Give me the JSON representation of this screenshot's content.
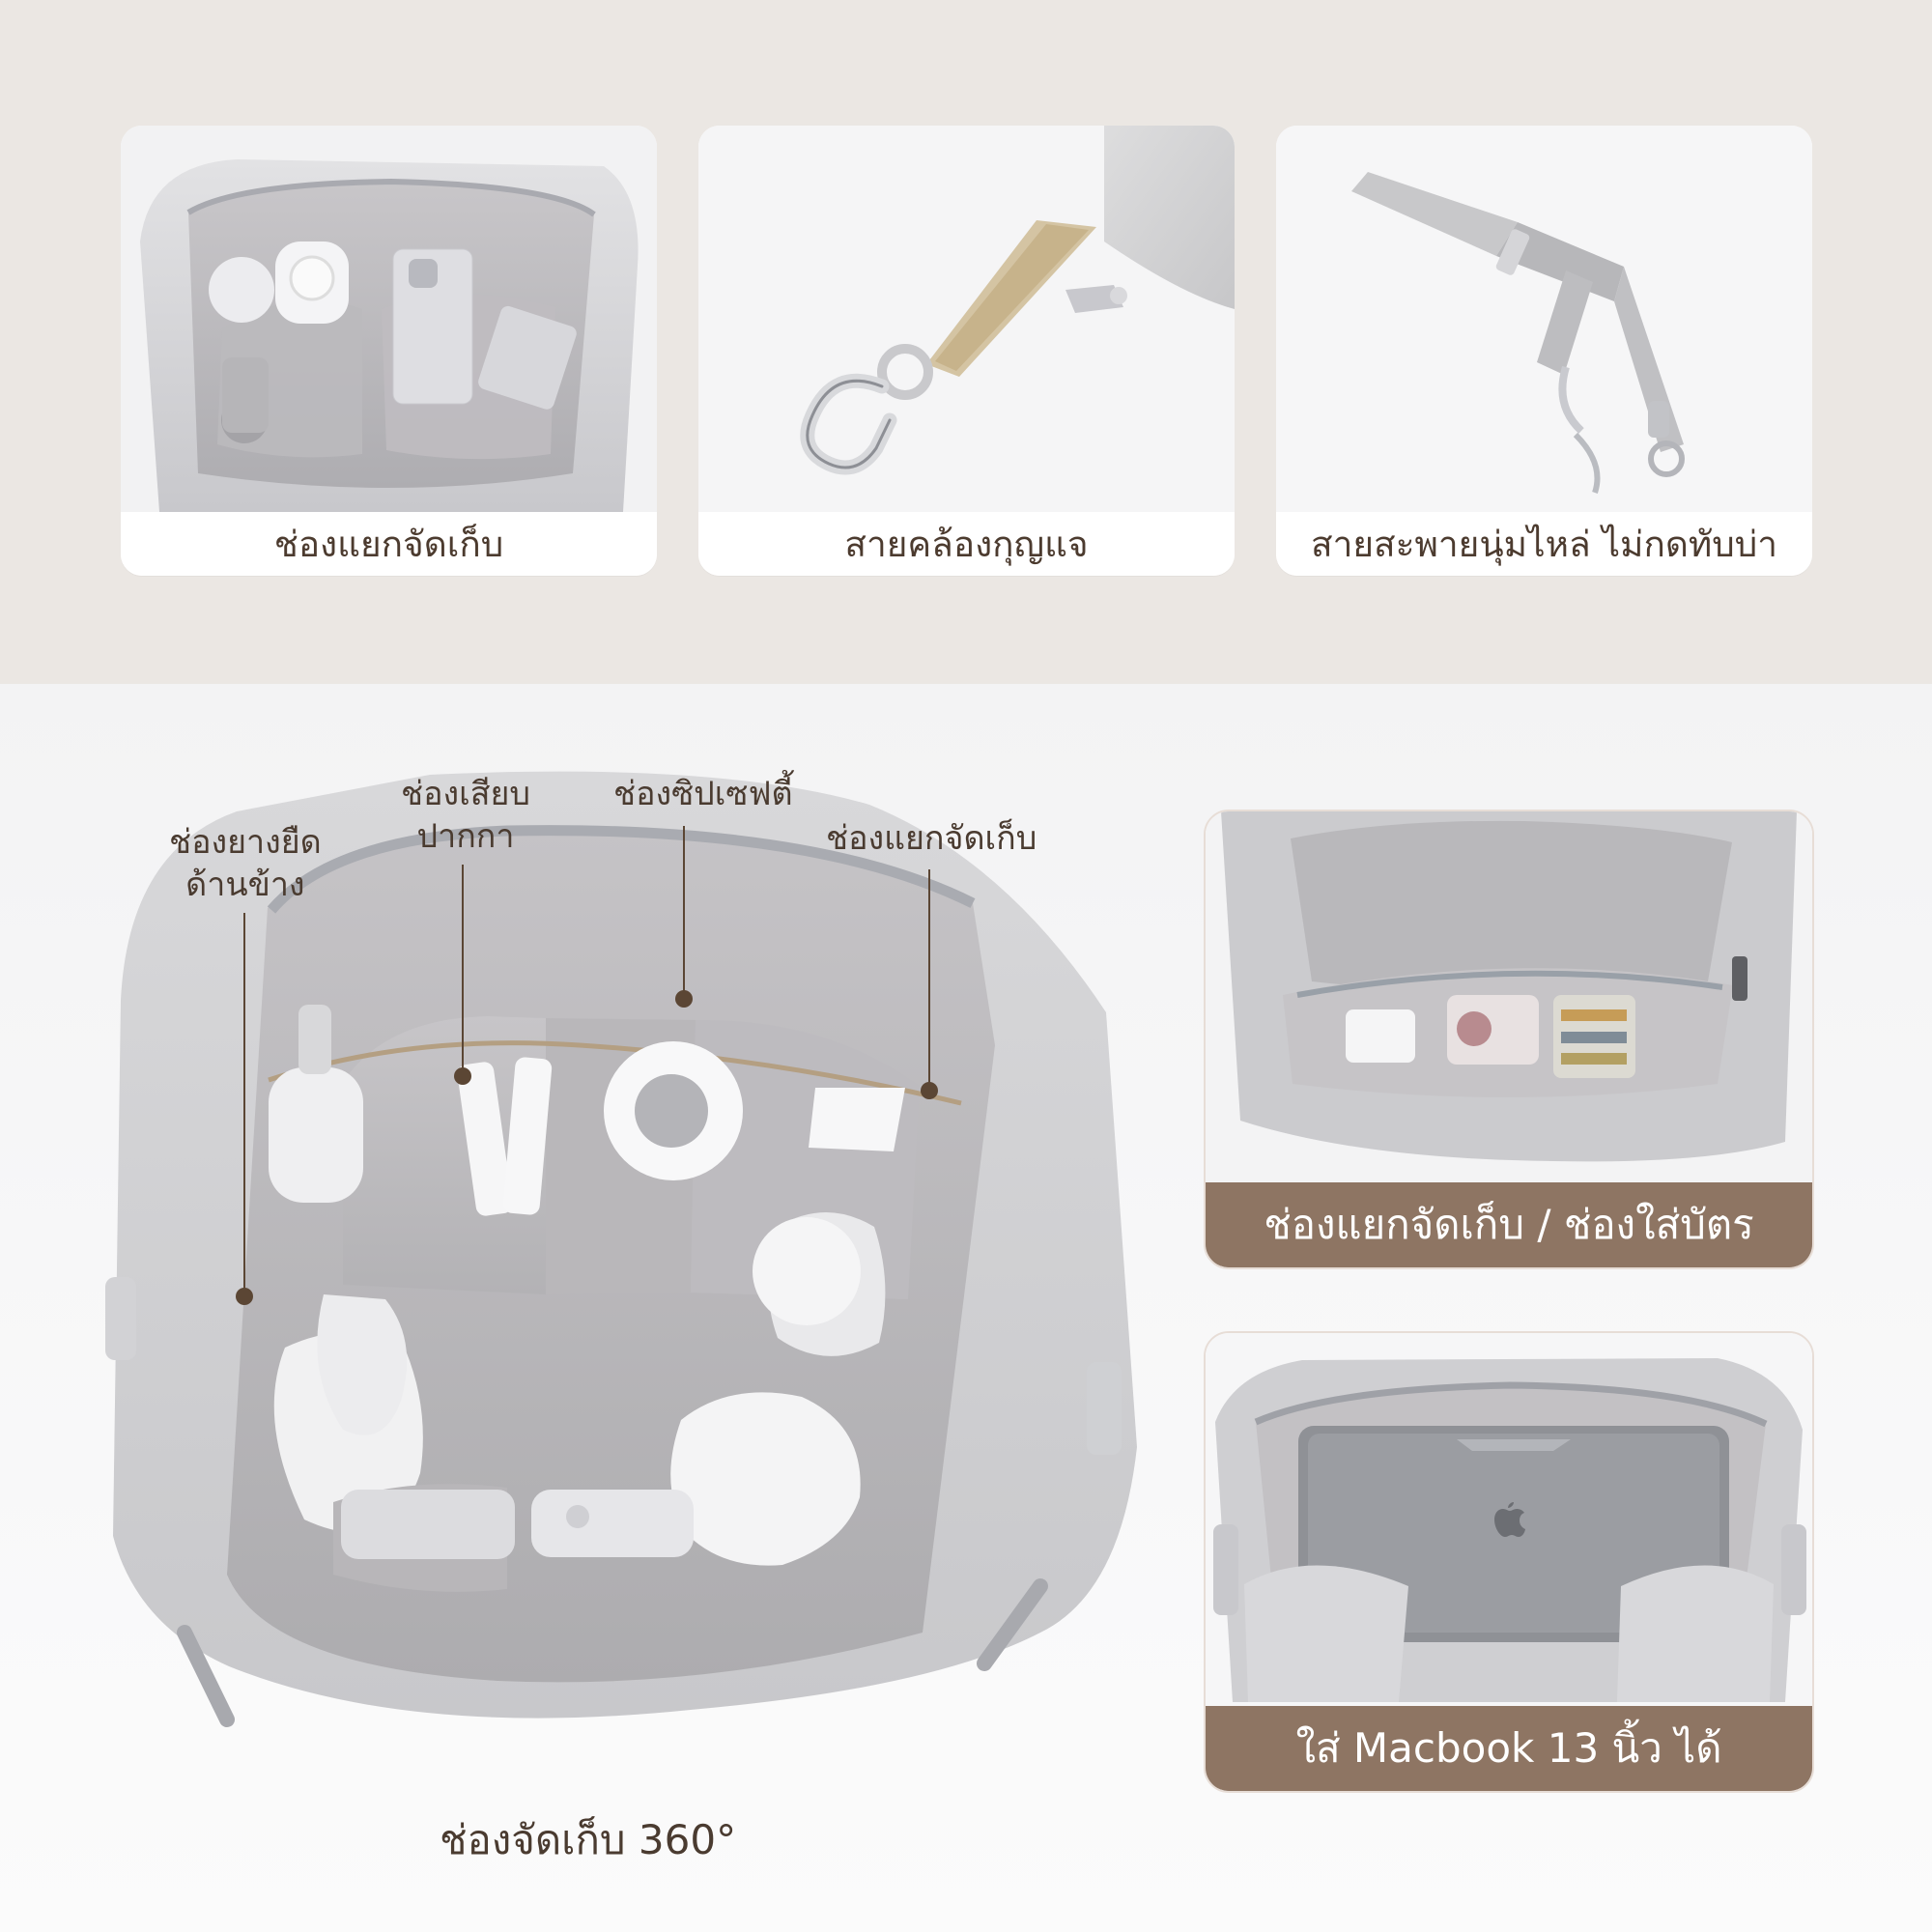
{
  "features": [
    {
      "caption": "ช่องแยกจัดเก็บ",
      "image": "organized-bag-interior"
    },
    {
      "caption": "สายคล้องกุญแจ",
      "image": "key-strap-clip"
    },
    {
      "caption": "สายสะพายนุ่มไหล่ ไม่กดทับบ่า",
      "image": "padded-shoulder-strap"
    }
  ],
  "hero": {
    "title": "ช่องจัดเก็บ 360°",
    "callouts": {
      "side_elastic": "ช่องยางยืด\nด้านข้าง",
      "pen_slot": "ช่องเสียบ\nปากกา",
      "safety_zip": "ช่องซิปเซฟตี้",
      "compartment": "ช่องแยกจัดเก็บ"
    }
  },
  "side_cards": [
    {
      "caption": "ช่องแยกจัดเก็บ / ช่องใส่บัตร",
      "image": "front-pocket-card-slots"
    },
    {
      "caption": "ใส่ Macbook 13 นิ้ว ได้",
      "image": "laptop-compartment"
    }
  ],
  "colors": {
    "top_band": "#ebe7e3",
    "caption_bar": "#8e7563",
    "text": "#4a3b30",
    "bag_gray": "#cfcfd3",
    "lining_gray": "#b9b8bb"
  },
  "icons": {
    "apple_logo": "apple-logo-icon"
  }
}
